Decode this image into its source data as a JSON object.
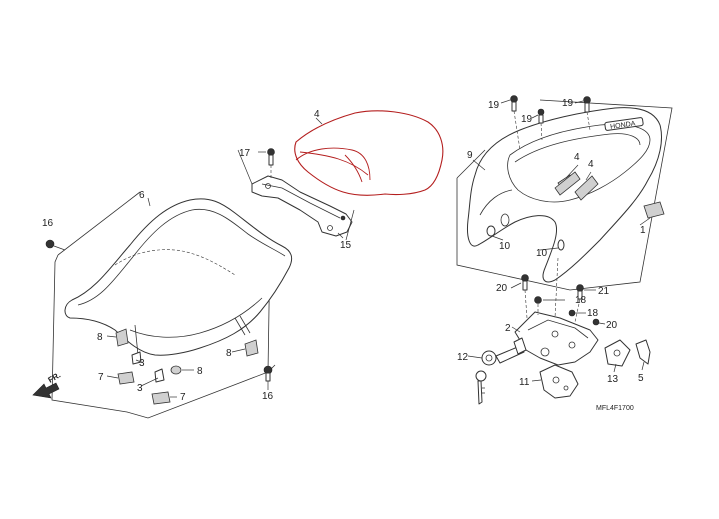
{
  "diagram": {
    "diagram_code": "MFL4F1700",
    "direction_label": "FR.",
    "callouts": {
      "c1": "1",
      "c2": "2",
      "c3a": "3",
      "c3b": "3",
      "c4a": "4",
      "c4b": "4",
      "c4c": "4",
      "c5": "5",
      "c6": "6",
      "c7a": "7",
      "c7b": "7",
      "c8a": "8",
      "c8b": "8",
      "c9": "9",
      "c10a": "10",
      "c10b": "10",
      "c11": "11",
      "c12": "12",
      "c13": "13",
      "c15": "15",
      "c16a": "16",
      "c16b": "16",
      "c17": "17",
      "c18a": "18",
      "c18b": "18",
      "c19a": "19",
      "c19b": "19",
      "c19c": "19",
      "c20a": "20",
      "c20b": "20",
      "c21": "21"
    },
    "highlight_color": "#b41e1e"
  }
}
